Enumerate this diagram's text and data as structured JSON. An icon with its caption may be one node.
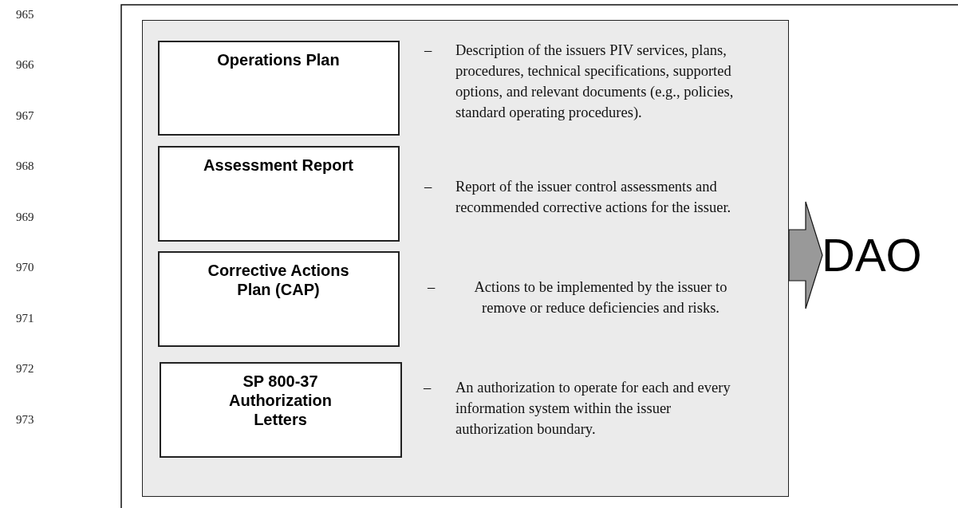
{
  "diagram": {
    "nodes": [
      {
        "text": [],
        "shape": "box"
      },
      {
        "text": [
          "Operations Plan"
        ],
        "in": 0
      },
      {
        "text": [
          "Assessment Report"
        ],
        "in": 0
      },
      {
        "text": [
          "Corrective Actions Plan (CAP)"
        ],
        "in": 0
      },
      {
        "text": [
          "SP 800-37 Authorization Letters"
        ],
        "in": 0
      },
      {
        "text": [
          "DAO"
        ]
      }
    ],
    "edges": [
      {
        "from": 0,
        "to": 5,
        "arrow": "to",
        "style": "thick",
        "color": "#999999"
      }
    ],
    "labels": [
      "965",
      "966",
      "967",
      "968",
      "969",
      "970",
      "971",
      "972",
      "973",
      "–",
      "Description of the issuers PIV services, plans, procedures, technical specifications, supported options, and relevant documents (e.g., policies, standard operating procedures).",
      "–",
      "Report of the issuer control assessments and recommended corrective actions for the issuer.",
      "–",
      "Actions to be implemented by the issuer to remove or reduce deficiencies and risks.",
      "–",
      "An authorization to operate for each and every information system within the issuer authorization boundary."
    ]
  }
}
